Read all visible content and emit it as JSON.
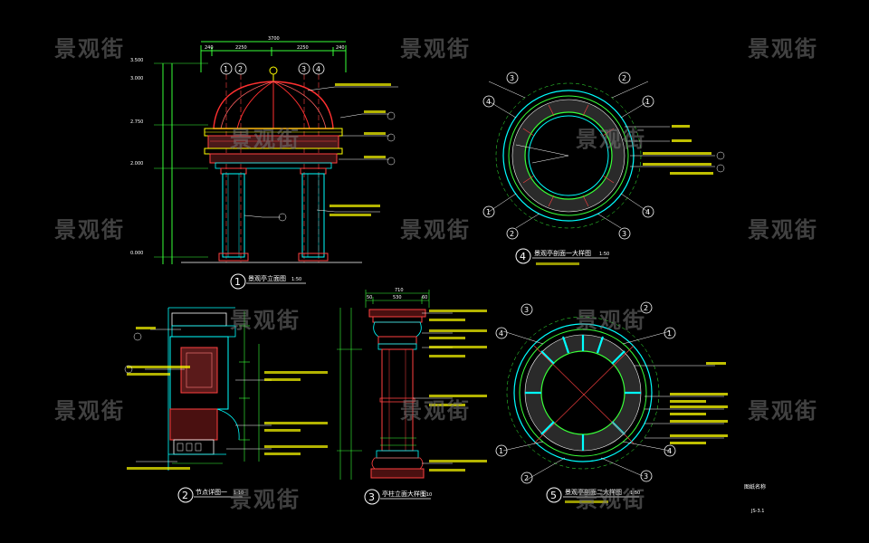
{
  "watermark": "景观街",
  "colors": {
    "background": "#000000",
    "dim": "#39ff39",
    "outline": "#ff4040",
    "accent": "#00ffff",
    "text": "#ffffff",
    "yellow": "#ffff00"
  },
  "drawings": {
    "elevation_1": {
      "number": "1",
      "title": "景观亭立面图",
      "scale": "1:50"
    },
    "section_4": {
      "number": "4",
      "title": "景观亭剖面一大样图",
      "scale": "1:50"
    },
    "detail_2": {
      "number": "2",
      "title": "节点详图一",
      "scale": "1:10"
    },
    "column_3": {
      "number": "3",
      "title": "亭柱立面大样图",
      "scale": "1:10"
    },
    "section_5": {
      "number": "5",
      "title": "景观亭剖面二大样图",
      "scale": "1:50"
    }
  },
  "axis_marks": [
    "1",
    "2",
    "3",
    "4"
  ],
  "title_block": {
    "sheet_name": "图纸名称",
    "sheet_no": "JS-3.1"
  },
  "dims_top": [
    "240",
    "2250",
    "3700",
    "2250",
    "240"
  ],
  "levels": [
    "3.500",
    "3.000",
    "2.750",
    "2.000",
    "0.000"
  ],
  "column_dims_top": [
    "710",
    "50",
    "530",
    "60"
  ]
}
